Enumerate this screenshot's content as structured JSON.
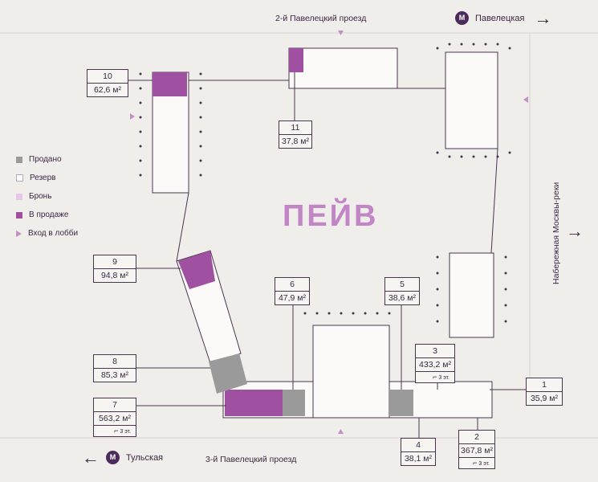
{
  "title": "ПЕЙВ",
  "streets": {
    "top": "2-й Павелецкий проезд",
    "bottom": "3-й Павелецкий проезд",
    "right": "Набережная Москвы-реки"
  },
  "metro": {
    "symbol": "М",
    "top_right": "Павелецкая",
    "bottom_left": "Тульская"
  },
  "legend": [
    {
      "label": "Продано",
      "color": "#9a9a9a"
    },
    {
      "label": "Резерв",
      "color": "#ffffff"
    },
    {
      "label": "Бронь",
      "color": "#e7c7e6"
    },
    {
      "label": "В продаже",
      "color": "#a050a0"
    },
    {
      "label": "Вход в лобби",
      "color": "#c58fc4"
    }
  ],
  "lots": [
    {
      "num": "10",
      "area": "62,6 м²",
      "floors": ""
    },
    {
      "num": "11",
      "area": "37,8 м²",
      "floors": ""
    },
    {
      "num": "9",
      "area": "94,8 м²",
      "floors": ""
    },
    {
      "num": "8",
      "area": "85,3 м²",
      "floors": ""
    },
    {
      "num": "7",
      "area": "563,2 м²",
      "floors": "3 эт."
    },
    {
      "num": "6",
      "area": "47,9 м²",
      "floors": ""
    },
    {
      "num": "5",
      "area": "38,6 м²",
      "floors": ""
    },
    {
      "num": "3",
      "area": "433,2 м²",
      "floors": "3 эт."
    },
    {
      "num": "1",
      "area": "35,9 м²",
      "floors": ""
    },
    {
      "num": "4",
      "area": "38,1 м²",
      "floors": ""
    },
    {
      "num": "2",
      "area": "367,8 м²",
      "floors": "3 эт."
    }
  ],
  "colors": {
    "on_sale": "#a050a0",
    "sold": "#9a9a9a",
    "lines": "#4a3550",
    "accent": "#4b2b5c"
  },
  "icons": [
    "arrow-right-icon",
    "arrow-left-icon",
    "metro-icon",
    "stairs-icon",
    "lobby-entrance-icon"
  ]
}
